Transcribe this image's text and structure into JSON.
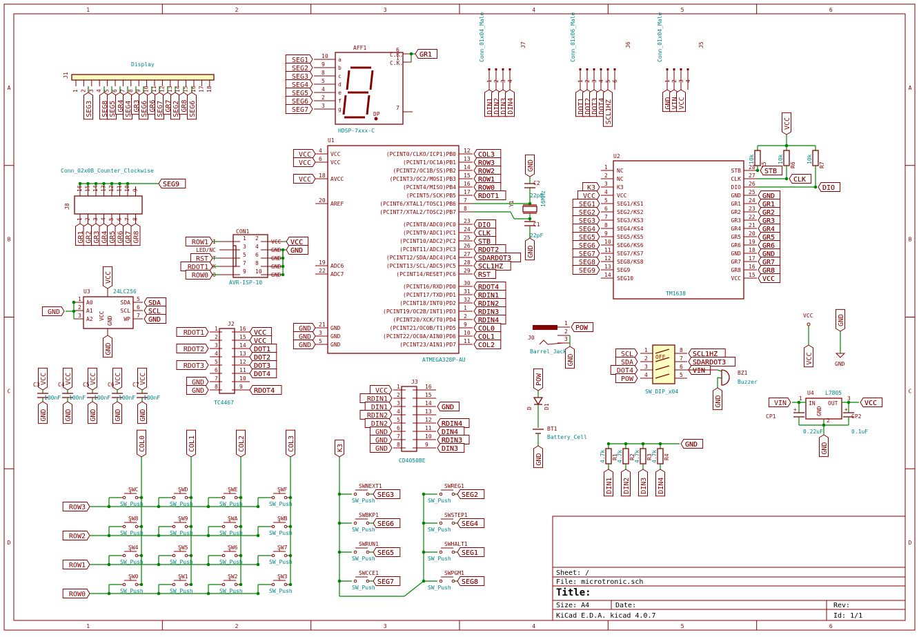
{
  "frame": {
    "cols": [
      "1",
      "2",
      "3",
      "4",
      "5",
      "6"
    ],
    "rows": [
      "A",
      "B",
      "C",
      "D"
    ]
  },
  "titleblock": {
    "sheet": "Sheet: /",
    "file": "File: microtronic.sch",
    "title": "Title:",
    "size": "Size: A4",
    "date": "Date:",
    "rev": "Rev:",
    "tool": "KiCad E.D.A.  kicad 4.0.7",
    "id": "Id: 1/1"
  },
  "display": {
    "ref": "J1",
    "name": "Display",
    "pins": [
      "1",
      "2",
      "3",
      "4",
      "5",
      "6",
      "7",
      "8",
      "9",
      "10",
      "11",
      "12",
      "13",
      "14",
      "15",
      "16",
      "17",
      "18"
    ],
    "labels": [
      "SEG3",
      "SEG8",
      "SEG5",
      "GR4",
      "SEG4",
      "GR3",
      "SEG6",
      "GR6",
      "SEG7",
      "GR7",
      "SEG2",
      "GR8",
      "SEG6"
    ]
  },
  "aff1": {
    "ref": "AFF1",
    "value": "HDSP-7xxx-C",
    "left_labels": [
      "SEG1",
      "SEG2",
      "SEG3",
      "SEG4",
      "SEG5",
      "SEG6",
      "SEG7"
    ],
    "left_pins": [
      "10",
      "9",
      "8",
      "5",
      "4",
      "2",
      "3"
    ],
    "seg_letters": [
      "a",
      "b",
      "c",
      "d",
      "e",
      "f",
      "g"
    ],
    "ck1": "C.K.",
    "ck2": "C.K.",
    "dp": "DP",
    "right_pins": [
      "6",
      "1",
      "7"
    ],
    "gr1": "GR1"
  },
  "j7": {
    "ref": "J7",
    "value": "Conn_01x04_Male",
    "pins": [
      "1",
      "2",
      "3",
      "4"
    ],
    "labels": [
      "DIN1",
      "DIN2",
      "DIN3",
      "DIN4"
    ]
  },
  "j6": {
    "ref": "J6",
    "value": "Conn_01x06_Male",
    "pins": [
      "1",
      "2",
      "3",
      "4",
      "5",
      "6"
    ],
    "labels": [
      "DOT1",
      "DOT2",
      "DOT3",
      "DOT4",
      "SCL1HZ"
    ]
  },
  "j5": {
    "ref": "J5",
    "value": "Conn_01x04_Male",
    "pins": [
      "1",
      "2",
      "3",
      "4"
    ],
    "labels": [
      "GND",
      "VIN",
      "VCC"
    ]
  },
  "j8": {
    "ref": "J8",
    "value": "Conn_02x08_Counter_Clockwise",
    "top_pins": [
      "16",
      "15",
      "14",
      "13",
      "12",
      "11",
      "10",
      "9"
    ],
    "bot_pins": [
      "1",
      "2",
      "3",
      "4",
      "5",
      "6",
      "7",
      "8"
    ],
    "seg9": "SEG9",
    "labels": [
      "GR1",
      "GR2",
      "GR3",
      "GR4",
      "GR5",
      "GR6",
      "GR7",
      "GR8"
    ]
  },
  "u1": {
    "ref": "U1",
    "value": "ATMEGA328P-AU",
    "left_pins": [
      {
        "n": "4",
        "name": "VCC",
        "lbl": "VCC"
      },
      {
        "n": "6",
        "name": "VCC",
        "lbl": "VCC"
      },
      {
        "n": "18",
        "name": "AVCC",
        "lbl": "VCC"
      },
      {
        "n": "20",
        "name": "AREF",
        "lbl": ""
      },
      {
        "n": "19",
        "name": "ADC6",
        "lbl": ""
      },
      {
        "n": "22",
        "name": "ADC7",
        "lbl": ""
      },
      {
        "n": "21",
        "name": "GND",
        "lbl": "GND"
      },
      {
        "n": "3",
        "name": "GND",
        "lbl": "GND"
      },
      {
        "n": "5",
        "name": "GND",
        "lbl": "GND"
      }
    ],
    "right_pins": [
      {
        "n": "12",
        "name": "(PCINT0/CLKO/ICP1)PB0",
        "lbl": "COL3"
      },
      {
        "n": "13",
        "name": "(PCINT1/OC1A)PB1",
        "lbl": "ROW3"
      },
      {
        "n": "14",
        "name": "(PCINT2/OC1B/SS)PB2",
        "lbl": "ROW2"
      },
      {
        "n": "15",
        "name": "(PCINT3/OC2/MOSI)PB3",
        "lbl": "ROW1"
      },
      {
        "n": "16",
        "name": "(PCINT4/MISO)PB4",
        "lbl": "ROW0"
      },
      {
        "n": "17",
        "name": "(PCINT5/SCK)PB5",
        "lbl": "RDOT1"
      },
      {
        "n": "7",
        "name": "(PCINT6/XTAL1/TOSC1)PB6",
        "lbl": ""
      },
      {
        "n": "8",
        "name": "(PCINT7/XTAL2/TOSC2)PB7",
        "lbl": ""
      },
      {
        "n": "23",
        "name": "(PCINT8/ADC0)PC0",
        "lbl": "DIO"
      },
      {
        "n": "24",
        "name": "(PCINT9/ADC1)PC1",
        "lbl": "CLK"
      },
      {
        "n": "25",
        "name": "(PCINT10/ADC2)PC2",
        "lbl": "STB"
      },
      {
        "n": "26",
        "name": "(PCINT11/ADC3)PC3",
        "lbl": "RDOT2"
      },
      {
        "n": "27",
        "name": "(PCINT12/SDA/ADC4)PC4",
        "lbl": "SDARDOT3"
      },
      {
        "n": "28",
        "name": "(PCINT13/SCL/ADC5)PC5",
        "lbl": "SCL1HZ"
      },
      {
        "n": "29",
        "name": "(PCINT14/RESET)PC6",
        "lbl": "RST"
      },
      {
        "n": "30",
        "name": "(PCINT16/RXD)PD0",
        "lbl": "RDOT4"
      },
      {
        "n": "31",
        "name": "(PCINT17/TXD)PD1",
        "lbl": "RDIN1"
      },
      {
        "n": "32",
        "name": "(PCINT18/INT0)PD2",
        "lbl": "RDIN2"
      },
      {
        "n": "1",
        "name": "(PCINT19/OC2B/INT1)PD3",
        "lbl": "RDIN3"
      },
      {
        "n": "2",
        "name": "(PCINT20/XCK/T0)PD4",
        "lbl": "RDIN4"
      },
      {
        "n": "9",
        "name": "(PCINT21/OC0B/T1)PD5",
        "lbl": "COL0"
      },
      {
        "n": "10",
        "name": "(PCINT22/OC0A/AIN0)PD6",
        "lbl": "COL1"
      },
      {
        "n": "11",
        "name": "(PCINT23/AIN1)PD7",
        "lbl": "COL2"
      }
    ]
  },
  "xtal": {
    "c2": "C2",
    "c2v": "22pF",
    "c1": "C1",
    "c1v": "22pF",
    "y1": "Y1",
    "y1v": "16MHz",
    "gnd": "GND"
  },
  "u2": {
    "ref": "U2",
    "value": "TM1638",
    "left_pins": [
      {
        "n": "1",
        "name": "NC",
        "lbl": ""
      },
      {
        "n": "2",
        "name": "NC",
        "lbl": ""
      },
      {
        "n": "3",
        "name": "K3",
        "lbl": "K3"
      },
      {
        "n": "4",
        "name": "VCC",
        "lbl": "VCC"
      },
      {
        "n": "5",
        "name": "SEG1/KS1",
        "lbl": "SEG1"
      },
      {
        "n": "6",
        "name": "SEG2/KS2",
        "lbl": "SEG2"
      },
      {
        "n": "7",
        "name": "SEG3/KS3",
        "lbl": "SEG3"
      },
      {
        "n": "8",
        "name": "SEG4/KS4",
        "lbl": "SEG4"
      },
      {
        "n": "9",
        "name": "SEG5/KS5",
        "lbl": "SEG5"
      },
      {
        "n": "10",
        "name": "SEG6/KS6",
        "lbl": "SEG6"
      },
      {
        "n": "11",
        "name": "SEG7/KS7",
        "lbl": "SEG7"
      },
      {
        "n": "12",
        "name": "SEG8/KS8",
        "lbl": "SEG8"
      },
      {
        "n": "13",
        "name": "SEG9",
        "lbl": "SEG9"
      },
      {
        "n": "14",
        "name": "SEG10",
        "lbl": ""
      }
    ],
    "right_pins": [
      {
        "n": "28",
        "name": "STB",
        "lbl": "STB"
      },
      {
        "n": "27",
        "name": "CLK",
        "lbl": "CLK"
      },
      {
        "n": "26",
        "name": "DIO",
        "lbl": "DIO"
      },
      {
        "n": "25",
        "name": "GND",
        "lbl": "GND"
      },
      {
        "n": "24",
        "name": "GR1",
        "lbl": "GR1"
      },
      {
        "n": "23",
        "name": "GR2",
        "lbl": "GR2"
      },
      {
        "n": "22",
        "name": "GR3",
        "lbl": "GR3"
      },
      {
        "n": "21",
        "name": "GR4",
        "lbl": "GR4"
      },
      {
        "n": "20",
        "name": "GR5",
        "lbl": "GR5"
      },
      {
        "n": "19",
        "name": "GR6",
        "lbl": "GR6"
      },
      {
        "n": "18",
        "name": "GND",
        "lbl": "GND"
      },
      {
        "n": "17",
        "name": "GR7",
        "lbl": "GR7"
      },
      {
        "n": "16",
        "name": "GR8",
        "lbl": "GR8"
      },
      {
        "n": "15",
        "name": "VCC",
        "lbl": "VCC"
      }
    ],
    "r5": "R5",
    "r6": "R6",
    "r7": "R7",
    "rv": "10k",
    "vcc": "VCC"
  },
  "con1": {
    "ref": "CON1",
    "value": "AVR-ISP-10",
    "left": [
      {
        "lbl": "ROW1",
        "name": "MOSI",
        "n": "1"
      },
      {
        "lbl": "",
        "name": "LED/NC",
        "n": "3"
      },
      {
        "lbl": "RST",
        "name": "RST",
        "n": "5"
      },
      {
        "lbl": "RDOT1",
        "name": "SCK",
        "n": "7"
      },
      {
        "lbl": "ROW0",
        "name": "MISO",
        "n": "9"
      }
    ],
    "right": [
      {
        "n": "2",
        "name": "VCC",
        "lbl": "VCC"
      },
      {
        "n": "4",
        "name": "GND",
        "lbl": "GND"
      },
      {
        "n": "6",
        "name": "GND",
        "lbl": ""
      },
      {
        "n": "8",
        "name": "GND",
        "lbl": ""
      },
      {
        "n": "10",
        "name": "GND",
        "lbl": ""
      }
    ]
  },
  "u3": {
    "ref": "U3",
    "value": "24LC256",
    "pins_l": [
      {
        "n": "1",
        "name": "A0"
      },
      {
        "n": "2",
        "name": "A1"
      },
      {
        "n": "3",
        "name": "A2"
      }
    ],
    "pins_r": [
      {
        "n": "5",
        "name": "SDA",
        "lbl": "SDA"
      },
      {
        "n": "6",
        "name": "SCL",
        "lbl": "SCL"
      },
      {
        "n": "7",
        "name": "WP",
        "lbl": "GND"
      }
    ],
    "vcc": "VCC",
    "gnd": "GND",
    "vccpin": "VCC",
    "gndpin": "GND",
    "n8": "8",
    "n4": "4"
  },
  "caps": [
    {
      "ref": "C3",
      "value": "100nF"
    },
    {
      "ref": "C4",
      "value": "100nF"
    },
    {
      "ref": "C5",
      "value": "100nF"
    },
    {
      "ref": "C6",
      "value": "100nF"
    },
    {
      "ref": "C7",
      "value": "100nF"
    }
  ],
  "j2": {
    "ref": "J2",
    "value": "TC4467",
    "left_lbls": [
      "RDOT1",
      "",
      "RDOT2",
      "",
      "RDOT3",
      "",
      "GND",
      "GND"
    ],
    "left_pins": [
      "1",
      "2",
      "3",
      "4",
      "5",
      "6",
      "7",
      "8"
    ],
    "right_pins": [
      "16",
      "15",
      "14",
      "13",
      "12",
      "11",
      "10",
      "9"
    ],
    "right_lbls": [
      "VCC",
      "VCC",
      "DOT1",
      "DOT2",
      "DOT3",
      "DOT4",
      "",
      "RDOT4"
    ]
  },
  "j3": {
    "ref": "J3",
    "value": "CD4050BE",
    "left_lbls": [
      "VCC",
      "RDIN1",
      "DIN1",
      "RDIN2",
      "DIN2",
      "GND",
      "GND",
      "GND"
    ],
    "left_pins": [
      "1",
      "2",
      "3",
      "4",
      "5",
      "6",
      "7",
      "8"
    ],
    "right_pins": [
      "16",
      "15",
      "14",
      "13",
      "12",
      "11",
      "10",
      "9"
    ],
    "right_lbls": [
      "",
      "",
      "GND",
      "",
      "RDIN4",
      "DIN4",
      "RDIN3",
      "DIN3"
    ]
  },
  "j0": {
    "ref": "J0",
    "value": "Barrel_Jack",
    "pins": [
      "1",
      "2",
      "3"
    ],
    "pow": "POW",
    "gnd": "GND"
  },
  "d1": {
    "ref": "D1",
    "value": "D",
    "pow": "POW"
  },
  "bt1": {
    "ref": "BT1",
    "value": "Battery_Cell",
    "gnd": "GND"
  },
  "sw_dip": {
    "ref": "SW_DIP_x04",
    "value": "SW_DIP_x04",
    "left": [
      "SCL",
      "SDA",
      "DOT4",
      "POW"
    ],
    "lpins": [
      "1",
      "2",
      "3",
      "4"
    ],
    "rpins": [
      "8",
      "7",
      "6",
      "5"
    ],
    "right": [
      "SCL1HZ",
      "SDARDOT3",
      "VIN",
      ""
    ],
    "off": "OFF"
  },
  "bz1": {
    "ref": "BZ1",
    "value": "Buzzer",
    "gnd": "GND"
  },
  "pwr": {
    "vcc": "VCC",
    "gnd": "GND",
    "vcc_lbl": "VCC",
    "gnd_lbl": "GND",
    "vcc_flag": "VCC",
    "gnd_flag": "GND"
  },
  "u4": {
    "ref": "U4",
    "value": "L7805",
    "in": "IN",
    "out": "OUT",
    "gndp": "GND",
    "vin": "VIN",
    "vcc": "VCC",
    "gnd": "GND",
    "p1": "1",
    "p3": "3",
    "p2": "2",
    "cp1": "CP1",
    "cp1v": "0.22uF",
    "cp2": "CP2",
    "cp2v": "0.1uF"
  },
  "rdin": [
    {
      "ref": "R1",
      "value": "4.7k",
      "lbl": "DIN1"
    },
    {
      "ref": "R2",
      "value": "4.7k",
      "lbl": "DIN2"
    },
    {
      "ref": "R3",
      "value": "4.7k",
      "lbl": "DIN3"
    },
    {
      "ref": "R4",
      "value": "4.7k",
      "lbl": "DIN4"
    }
  ],
  "rdin_gnd": "GND",
  "keypad": {
    "cols": [
      "COL0",
      "COL1",
      "COL2",
      "COL3"
    ],
    "rows": [
      "ROW3",
      "ROW2",
      "ROW1",
      "ROW0"
    ],
    "keys": [
      [
        "SWC",
        "SWD",
        "SWE",
        "SWF"
      ],
      [
        "SW8",
        "SW9",
        "SWA",
        "SWB"
      ],
      [
        "SW4",
        "SW5",
        "SW6",
        "SW7"
      ],
      [
        "SW0",
        "SW1",
        "SW2",
        "SW3"
      ]
    ],
    "value": "SW_Push"
  },
  "funckeys": {
    "k3": "K3",
    "left": [
      {
        "ref": "SWNEXT1",
        "lbl": "SEG3"
      },
      {
        "ref": "SWBKP1",
        "lbl": "SEG6"
      },
      {
        "ref": "SWRUN1",
        "lbl": "SEG5"
      },
      {
        "ref": "SWCCE1",
        "lbl": "SEG7"
      }
    ],
    "right": [
      {
        "ref": "SWREG1",
        "lbl": "SEG2"
      },
      {
        "ref": "SWSTEP1",
        "lbl": "SEG4"
      },
      {
        "ref": "SWHALT1",
        "lbl": "SEG1"
      },
      {
        "ref": "SWPGM1",
        "lbl": "SEG8"
      }
    ],
    "value": "SW_Push"
  }
}
